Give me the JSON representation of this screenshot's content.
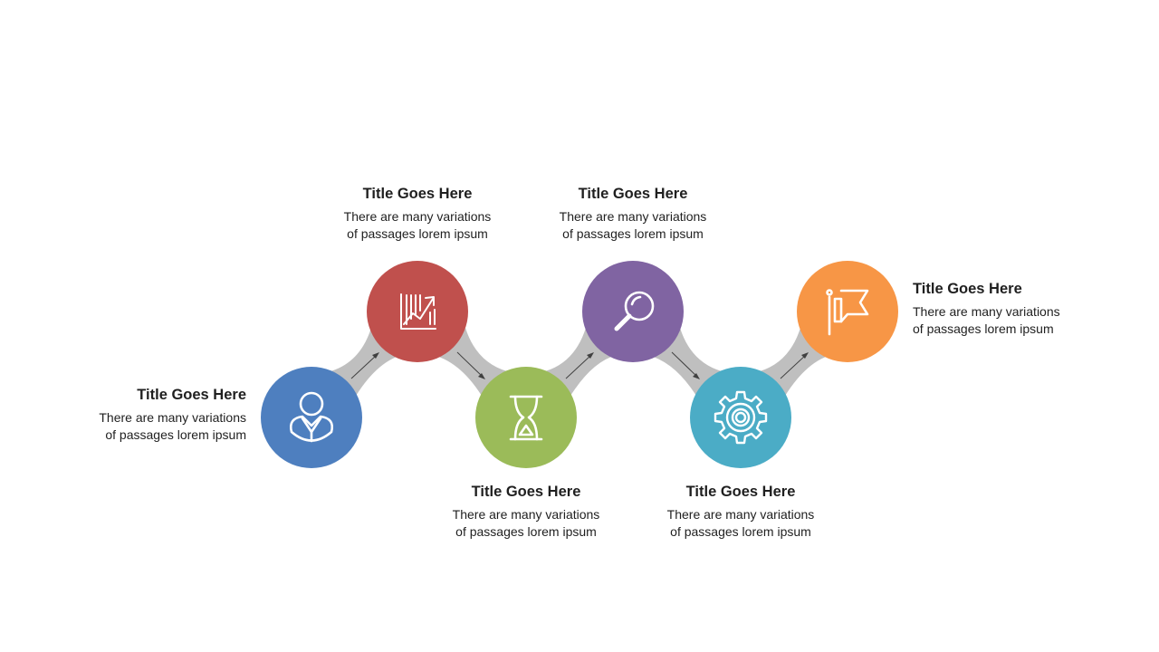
{
  "steps": [
    {
      "title": "Title Goes Here",
      "desc_line1": "There are many variations",
      "desc_line2": "of passages lorem ipsum",
      "icon": "user-icon",
      "color": "#4E7FBF"
    },
    {
      "title": "Title Goes Here",
      "desc_line1": "There are many variations",
      "desc_line2": "of passages lorem ipsum",
      "icon": "chart-growth-icon",
      "color": "#C0504D"
    },
    {
      "title": "Title Goes Here",
      "desc_line1": "There are many variations",
      "desc_line2": "of passages lorem ipsum",
      "icon": "hourglass-icon",
      "color": "#9BBB59"
    },
    {
      "title": "Title Goes Here",
      "desc_line1": "There are many variations",
      "desc_line2": "of passages lorem ipsum",
      "icon": "magnifier-icon",
      "color": "#8064A2"
    },
    {
      "title": "Title Goes Here",
      "desc_line1": "There are many variations",
      "desc_line2": "of passages lorem ipsum",
      "icon": "gear-icon",
      "color": "#4BACC6"
    },
    {
      "title": "Title Goes Here",
      "desc_line1": "There are many variations",
      "desc_line2": "of passages lorem ipsum",
      "icon": "flag-icon",
      "color": "#F79646"
    }
  ],
  "connector_color": "#BFBFBF",
  "arrow_color": "#404040"
}
